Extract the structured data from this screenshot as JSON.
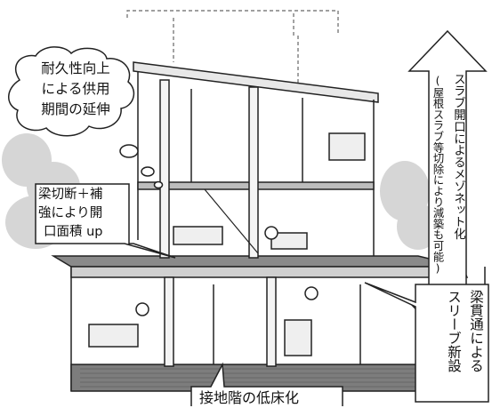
{
  "bubble": {
    "lines": [
      "耐久性向上",
      "による供用",
      "期間の延伸"
    ]
  },
  "beam_callout": {
    "lines": [
      "梁切断＋補",
      "強により開",
      "口面積 up"
    ]
  },
  "arrow": {
    "line1": "スラブ開口によるメゾネット化",
    "line2": "(屋根スラブ等切除により減築も可能)"
  },
  "sleeve_callout": {
    "line1": "梁貫通による",
    "line2": "スリーブ新設"
  },
  "floor_callout": {
    "text": "接地階の低床化"
  }
}
